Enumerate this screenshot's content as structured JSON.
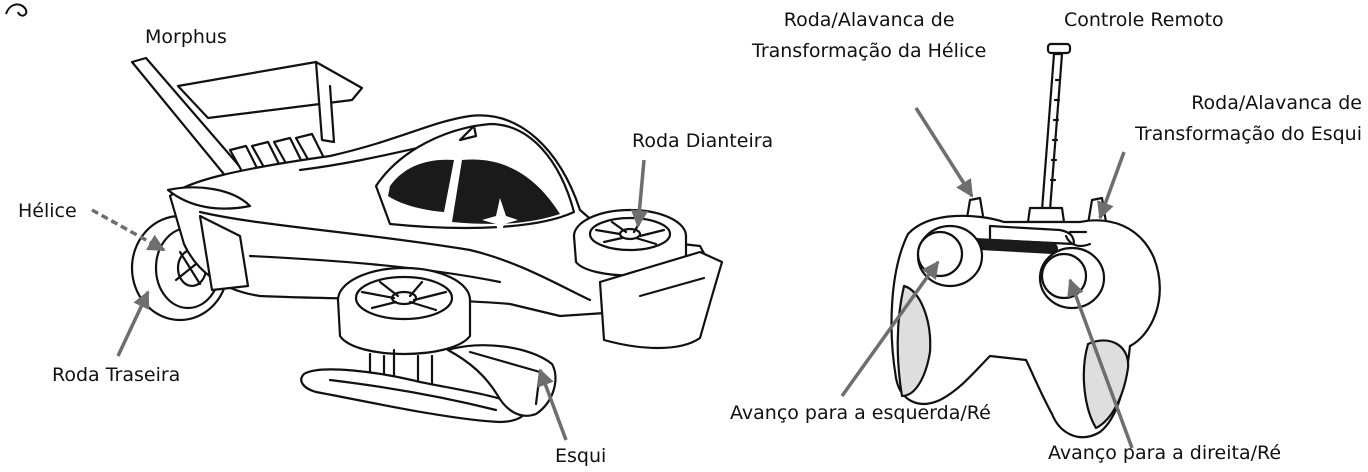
{
  "labels": {
    "morphus": "Morphus",
    "roda_dianteira": "Roda Dianteira",
    "helice": "Hélice",
    "roda_traseira": "Roda Traseira",
    "esqui": "Esqui",
    "controle_remoto": "Controle Remoto",
    "roda_helice_line1": "Roda/Alavanca de",
    "roda_helice_line2": "Transformação da Hélice",
    "roda_esqui_line1": "Roda/Alavanca de",
    "roda_esqui_line2": "Transformação do Esqui",
    "avanco_esquerda": "Avanço para a esquerda/Ré",
    "avanco_direita": "Avanço para a direita/Ré"
  },
  "colors": {
    "line": "#111111",
    "pointer": "#6e6e6e",
    "grip": "#dedede",
    "window": "#1a1a1a"
  }
}
